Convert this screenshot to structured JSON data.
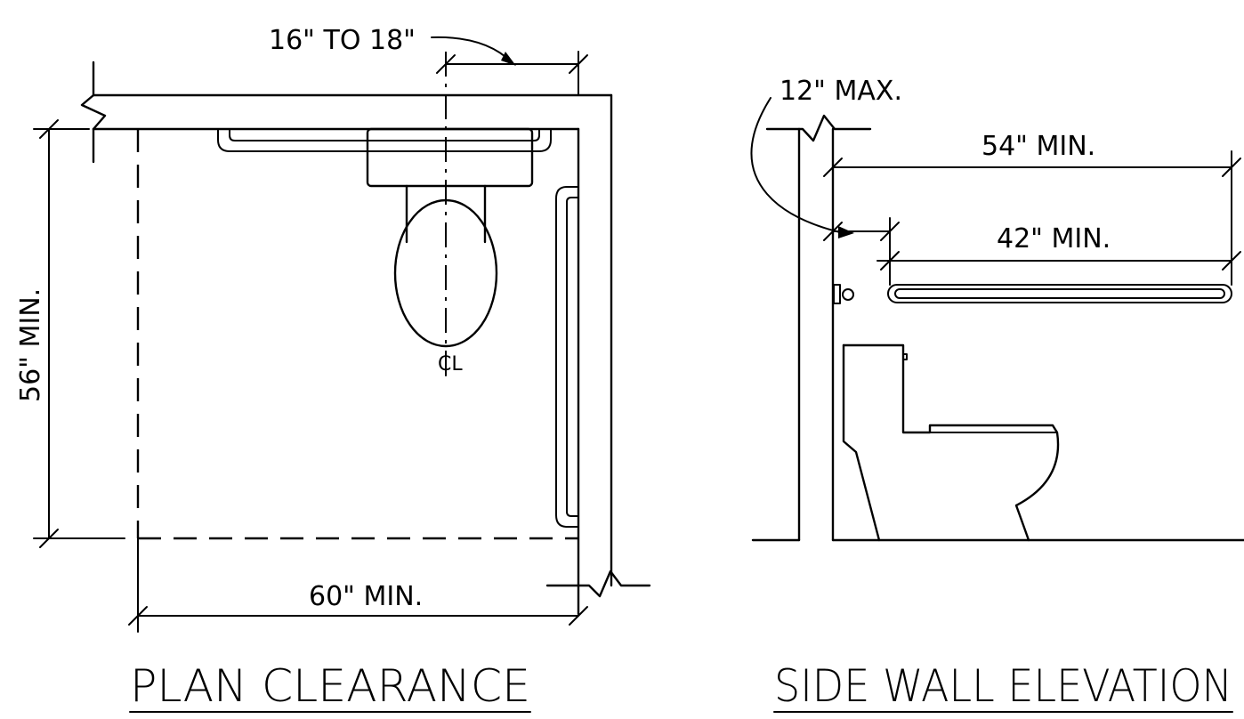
{
  "plan": {
    "title": "PLAN CLEARANCE",
    "dim_offset": "16\" TO 18\"",
    "dim_depth": "56\" MIN.",
    "dim_width": "60\" MIN.",
    "centerline": "CL"
  },
  "elevation": {
    "title": "SIDE WALL ELEVATION",
    "dim_max": "12\" MAX.",
    "dim_54": "54\" MIN.",
    "dim_42": "42\" MIN."
  }
}
